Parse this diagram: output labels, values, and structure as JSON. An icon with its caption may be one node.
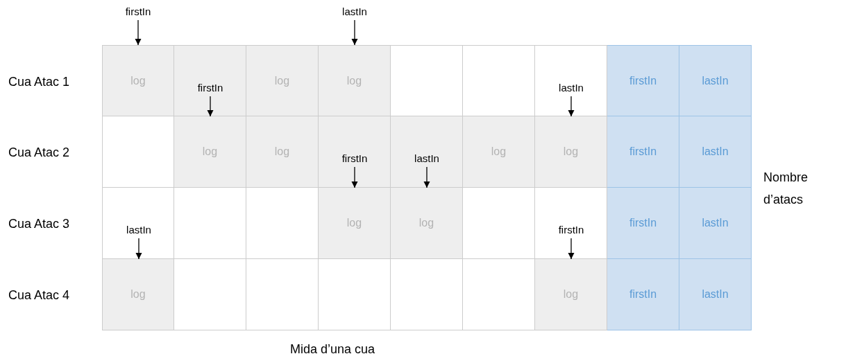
{
  "diagram": {
    "nodes": [
      {
        "text": [
          "firstIn"
        ]
      },
      {
        "text": [
          "lastIn"
        ]
      },
      {
        "text": [
          "log"
        ]
      },
      {
        "text": [],
        "shape": "box"
      },
      {
        "text": [
          "firstIn"
        ],
        "in": 3
      },
      {
        "text": [
          "log"
        ]
      },
      {
        "text": [
          "log"
        ]
      },
      {
        "text": [],
        "shape": "box"
      },
      {
        "text": [],
        "shape": "box"
      },
      {
        "text": [],
        "shape": "box"
      },
      {
        "text": [
          "lastIn"
        ],
        "in": 9
      },
      {
        "text": [
          "firstIn"
        ]
      },
      {
        "text": [
          "lastIn"
        ]
      },
      {
        "text": [],
        "shape": "box"
      },
      {
        "text": [
          "log"
        ]
      },
      {
        "text": [
          "log"
        ]
      },
      {
        "text": [],
        "shape": "box"
      },
      {
        "text": [
          "firstIn"
        ],
        "in": 16
      },
      {
        "text": [],
        "shape": "box"
      },
      {
        "text": [
          "lastIn"
        ],
        "in": 18
      },
      {
        "text": [
          "log"
        ]
      },
      {
        "text": [
          "log"
        ]
      },
      {
        "text": [
          "firstIn"
        ]
      },
      {
        "text": [
          "lastIn"
        ]
      },
      {
        "text": [],
        "shape": "box"
      },
      {
        "text": [
          "lastIn"
        ],
        "in": 24
      },
      {
        "text": [],
        "shape": "box"
      },
      {
        "text": [],
        "shape": "box"
      },
      {
        "text": [
          "log"
        ]
      },
      {
        "text": [
          "log"
        ]
      },
      {
        "text": [],
        "shape": "box"
      },
      {
        "text": [],
        "shape": "box"
      },
      {
        "text": [
          "firstIn"
        ],
        "in": 31
      },
      {
        "text": [
          "firstIn"
        ]
      },
      {
        "text": [
          "lastIn"
        ]
      },
      {
        "text": [
          "log"
        ]
      },
      {
        "text": [],
        "shape": "box"
      },
      {
        "text": [],
        "shape": "box"
      },
      {
        "text": [],
        "shape": "box"
      },
      {
        "text": [],
        "shape": "box"
      },
      {
        "text": [],
        "shape": "box"
      },
      {
        "text": [
          "log"
        ]
      },
      {
        "text": [
          "firstIn"
        ]
      },
      {
        "text": [
          "lastIn"
        ]
      }
    ],
    "edges": [
      {
        "from": 0,
        "to": 2,
        "arrow": "to"
      },
      {
        "from": 1,
        "to": 6,
        "arrow": "to"
      },
      {
        "from": 4,
        "to": 14,
        "arrow": "to"
      },
      {
        "from": 10,
        "to": 21,
        "arrow": "to"
      },
      {
        "from": 17,
        "to": 28,
        "arrow": "to"
      },
      {
        "from": 19,
        "to": 29,
        "arrow": "to"
      },
      {
        "from": 25,
        "to": 35,
        "arrow": "to"
      },
      {
        "from": 32,
        "to": 41,
        "arrow": "to"
      }
    ],
    "labels": [
      "Cua Atac 1",
      "Cua Atac 2",
      "Cua Atac 3",
      "Cua Atac 4",
      "Nombre d’atacs",
      "Mida d’una cua"
    ]
  }
}
